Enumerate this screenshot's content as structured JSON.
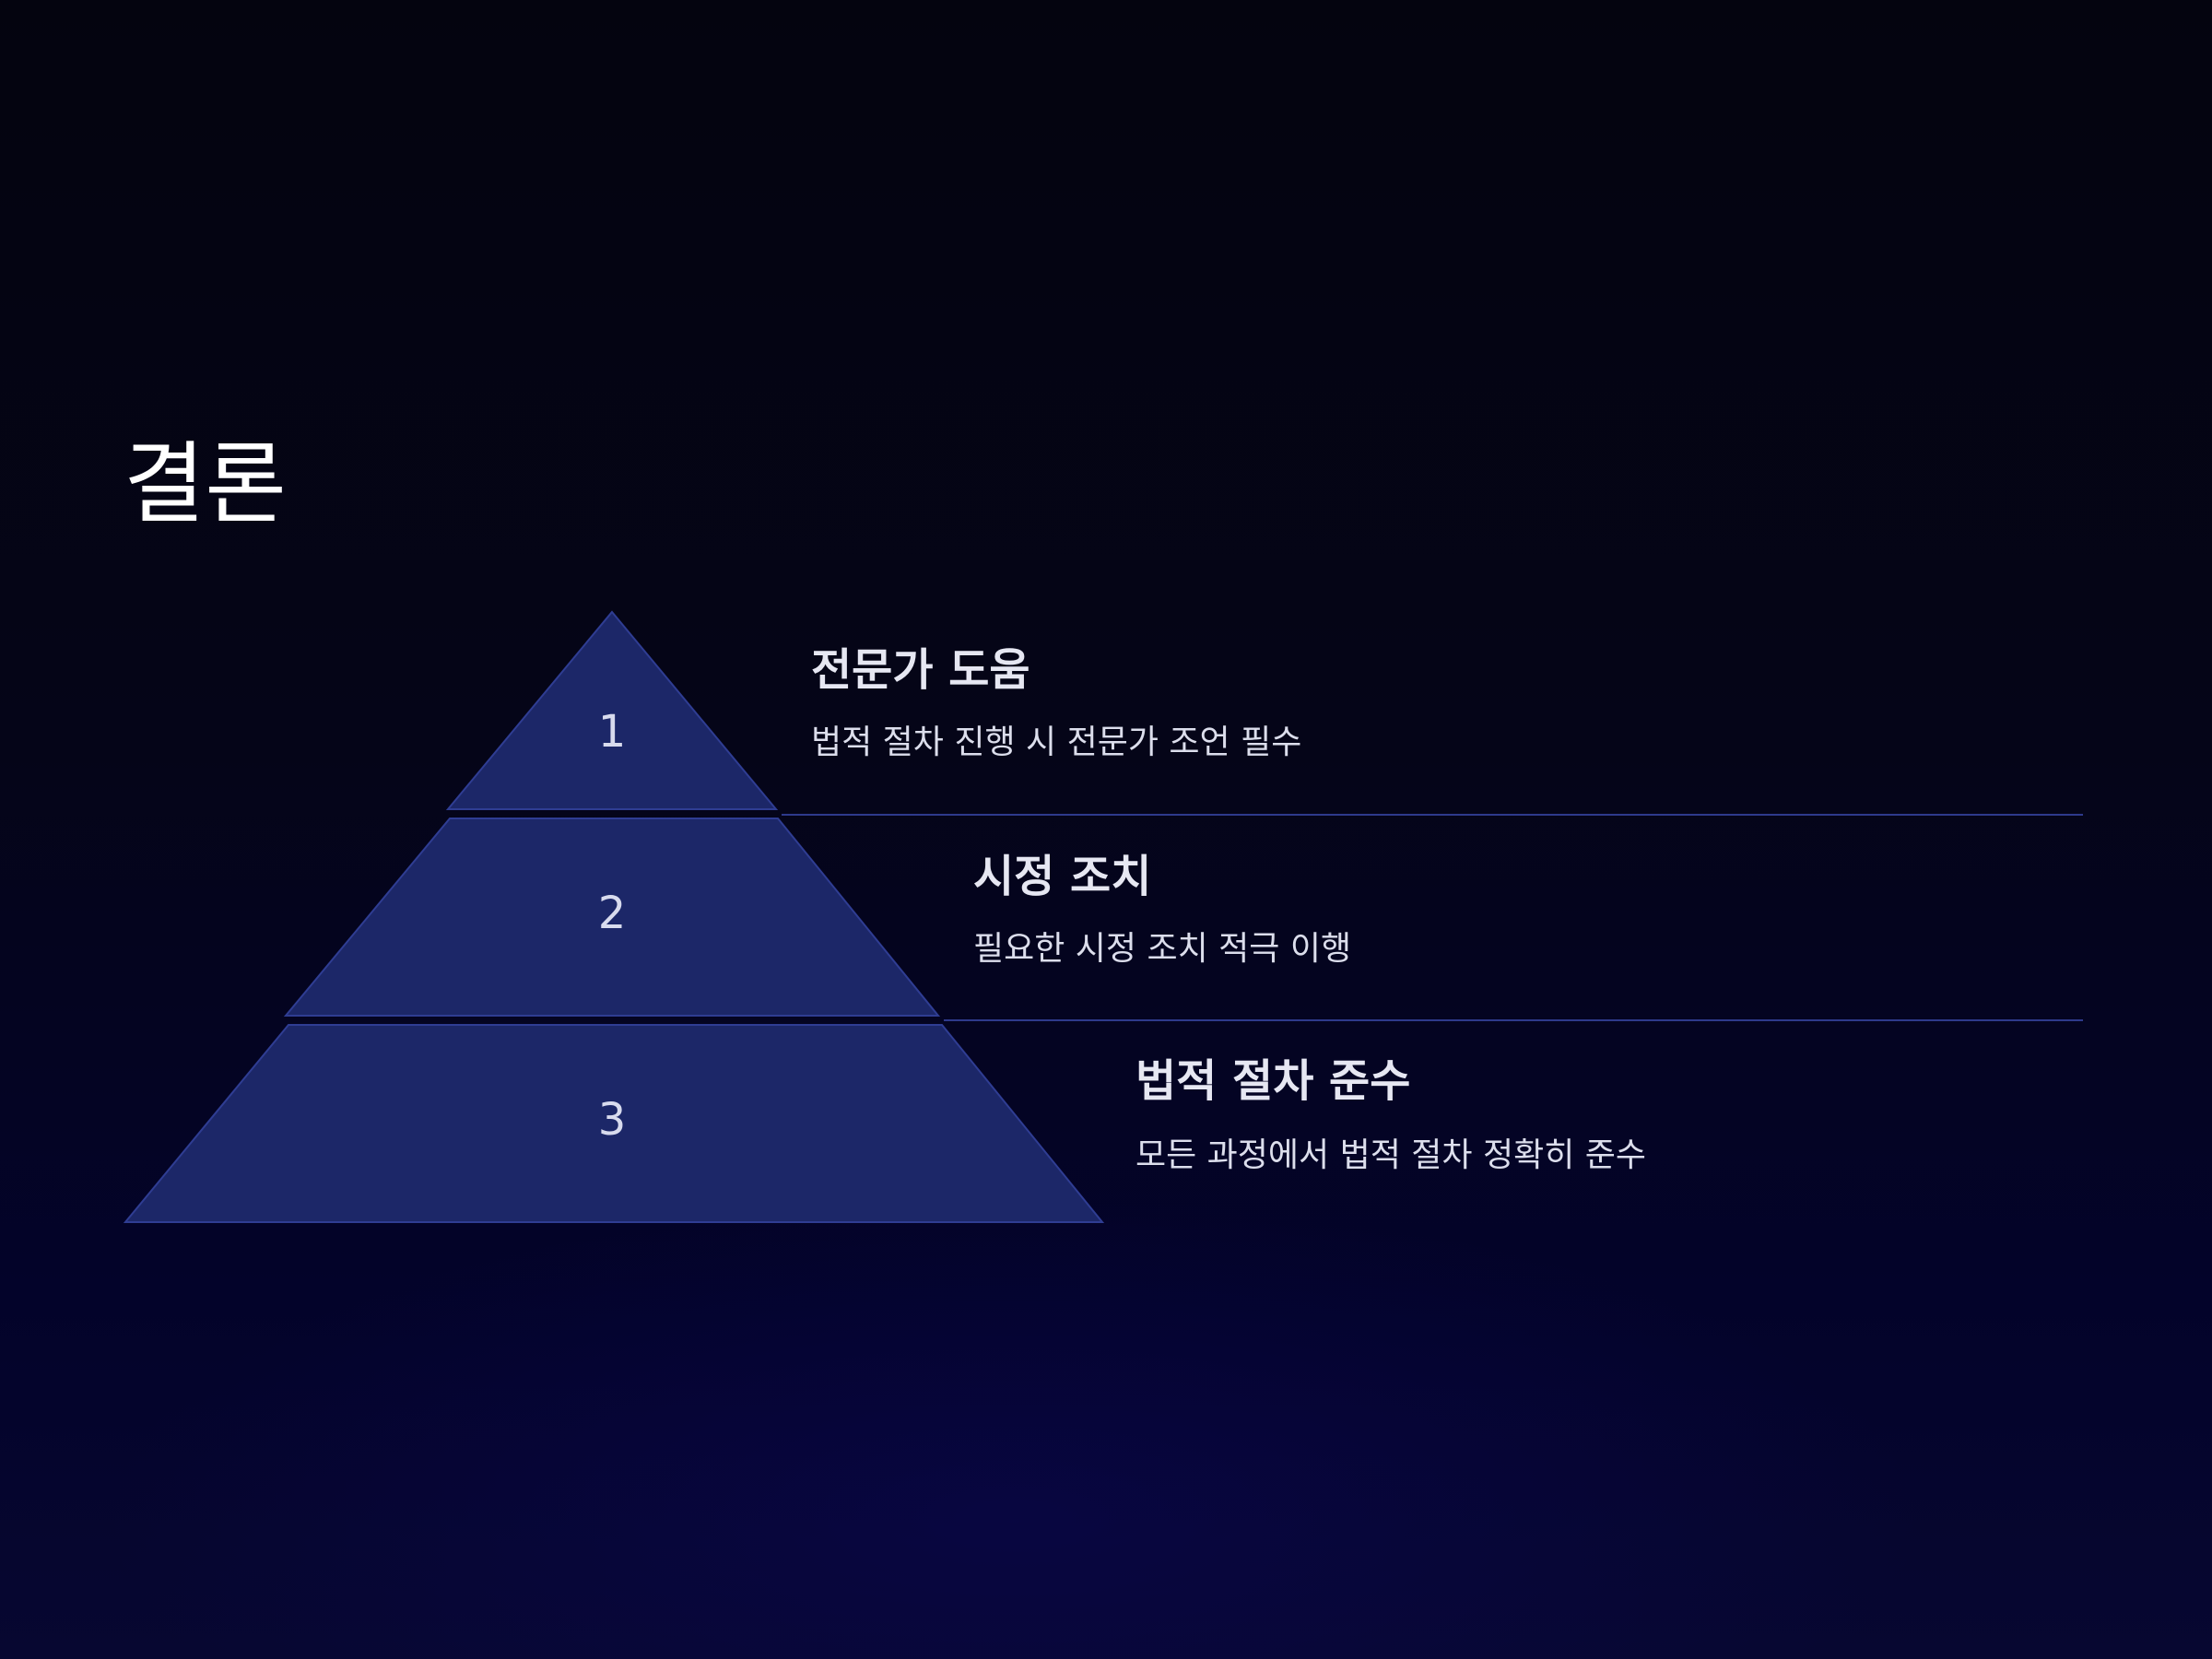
{
  "slide": {
    "title": "결론"
  },
  "pyramid": {
    "levels": [
      {
        "number": "1",
        "title": "전문가 도움",
        "description": "법적 절차 진행 시 전문가 조언 필수"
      },
      {
        "number": "2",
        "title": "시정 조치",
        "description": "필요한 시정 조치 적극 이행"
      },
      {
        "number": "3",
        "title": "법적 절차 준수",
        "description": "모든 과정에서 법적 절차 정확히 준수"
      }
    ]
  },
  "colors": {
    "level_fill": "#1c2768",
    "level_stroke": "#2f3d93",
    "divider": "#2e3a8c",
    "number_text": "#d8dbee"
  }
}
